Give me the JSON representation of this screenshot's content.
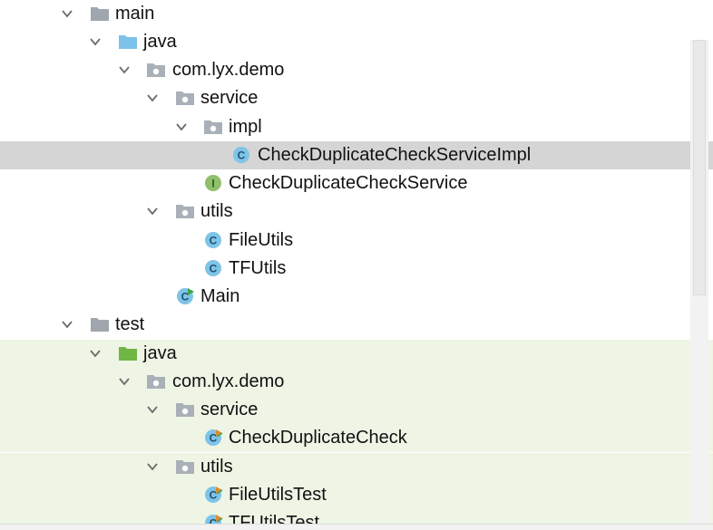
{
  "project_tree": {
    "main_label": "main",
    "main_java_label": "java",
    "main_pkg_label": "com.lyx.demo",
    "main_service_label": "service",
    "main_impl_label": "impl",
    "impl_class_label": "CheckDuplicateCheckServiceImpl",
    "service_interface_label": "CheckDuplicateCheckService",
    "main_utils_label": "utils",
    "fileutils_label": "FileUtils",
    "tfutils_label": "TFUtils",
    "main_class_label": "Main",
    "test_label": "test",
    "test_java_label": "java",
    "test_pkg_label": "com.lyx.demo",
    "test_service_label": "service",
    "test_class_label": "CheckDuplicateCheck",
    "test_utils_label": "utils",
    "fileutilstest_label": "FileUtilsTest",
    "tfutilstest_label": "TFUtilsTest"
  },
  "colors": {
    "selected_row": "#d5d5d5",
    "test_background": "#eef5e5",
    "class_icon": "#7fc4e8",
    "interface_icon": "#8fbf6a",
    "source_folder": "#7cc2e8",
    "test_folder": "#6fb644",
    "package_folder": "#a9b0b8"
  },
  "icons": {
    "expand": "chevron-down-icon",
    "folder": "folder-icon",
    "source_root": "source-root-folder-icon",
    "test_root": "test-root-folder-icon",
    "package": "package-icon",
    "class": "class-icon",
    "interface": "interface-icon",
    "runnable_class": "runnable-class-icon",
    "test_class": "test-class-icon"
  }
}
